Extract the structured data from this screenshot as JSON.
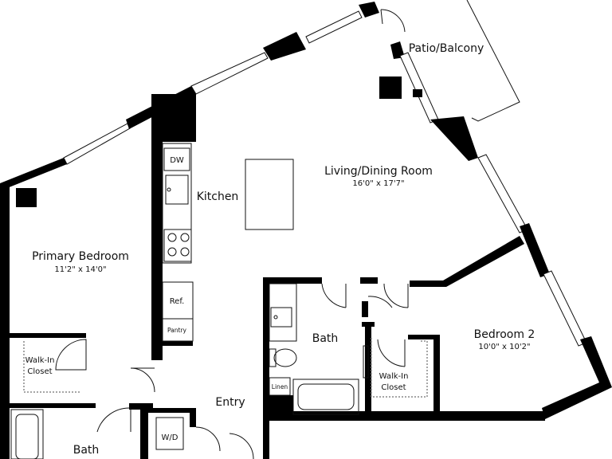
{
  "rooms": {
    "patio": {
      "name": "Patio/Balcony"
    },
    "living": {
      "name": "Living/Dining Room",
      "dims": "16'0\" x 17'7\""
    },
    "kitchen": {
      "name": "Kitchen"
    },
    "primary_bedroom": {
      "name": "Primary Bedroom",
      "dims": "11'2\" x 14'0\""
    },
    "bedroom2": {
      "name": "Bedroom 2",
      "dims": "10'0\" x 10'2\""
    },
    "bath_center": {
      "name": "Bath"
    },
    "bath_primary": {
      "name": "Bath"
    },
    "walkin_primary": {
      "line1": "Walk-In",
      "line2": "Closet"
    },
    "walkin_bed2": {
      "line1": "Walk-In",
      "line2": "Closet"
    },
    "entry": {
      "name": "Entry"
    }
  },
  "fixtures": {
    "dw": "DW",
    "ref": "Ref.",
    "pantry": "Pantry",
    "linen": "Linen",
    "wd": "W/D"
  },
  "colors": {
    "wall": "#000000",
    "line": "#111111",
    "closet_dash": "#888888"
  }
}
